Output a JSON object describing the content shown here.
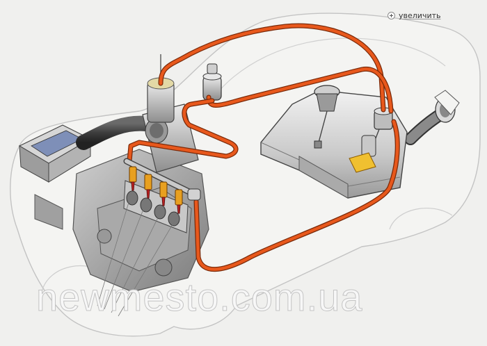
{
  "zoom_link": {
    "label": "увеличить",
    "icon": "plus-circle-icon"
  },
  "watermark": "newmesto.com.ua",
  "colors": {
    "fuel_line": "#e8581c",
    "fuel_line_outline": "#7a2a0a",
    "body_outline": "#c0c0c0",
    "metal": "#b8b8b8",
    "injector": "#e8a020",
    "cap": "#e3d9a6",
    "pad": "#f0c030"
  },
  "components": {
    "fuel_tank": "fuel-tank",
    "fuel_pump_module": "fuel-pump-module",
    "fuel_filter": "fuel-filter",
    "pressure_regulator": "fuel-pressure-regulator",
    "fuel_rail": "fuel-rail",
    "injectors": [
      "injector-1",
      "injector-2",
      "injector-3",
      "injector-4"
    ],
    "canister": "charcoal-canister",
    "air_filter": "air-filter",
    "throttle_body": "throttle-body",
    "filler_neck": "fuel-filler-neck"
  }
}
